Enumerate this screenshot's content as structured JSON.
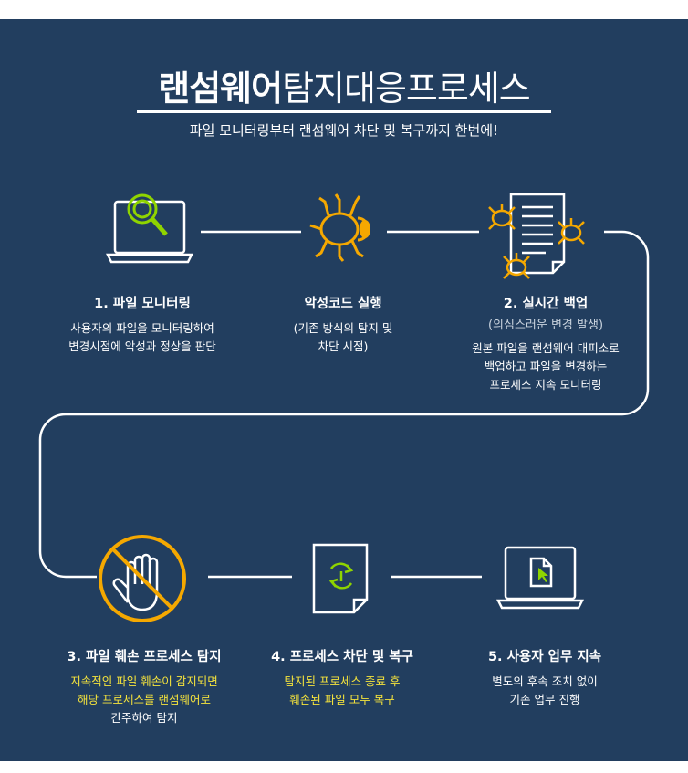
{
  "header": {
    "title_bold": "랜섬웨어",
    "title_light": "탐지대응프로세스",
    "subtitle": "파일 모니터링부터 랜섬웨어 차단 및 복구까지 한번에!"
  },
  "colors": {
    "background": "#223e5f",
    "accent_orange": "#f5a800",
    "accent_green": "#8fd400",
    "highlight_yellow": "#f5e33c",
    "line": "#ffffff"
  },
  "steps": [
    {
      "icon": "laptop-magnifier-icon",
      "title": "1. 파일 모니터링",
      "desc": [
        "사용자의 파일을 모니터링하여",
        "변경시점에 악성과 정상을 판단"
      ]
    },
    {
      "icon": "bug-icon",
      "title": "악성코드 실행",
      "desc": [
        "(기존 방식의 탐지 및",
        "차단 시점)"
      ]
    },
    {
      "icon": "document-bugs-icon",
      "title": "2. 실시간 백업",
      "subtitle": "(의심스러운 변경 발생)",
      "desc": [
        "원본 파일을 랜섬웨어 대피소로",
        "백업하고 파일을 변경하는",
        "프로세스 지속 모니터링"
      ]
    },
    {
      "icon": "prohibited-hand-icon",
      "title": "3. 파일 훼손 프로세스 탐지",
      "desc": [
        "지속적인 파일 훼손이 감지되면",
        "해당 프로세스를 랜섬웨어로",
        "간주하여 탐지"
      ]
    },
    {
      "icon": "document-restore-icon",
      "title": "4. 프로세스 차단 및 복구",
      "desc": [
        "탐지된 프로세스 종료 후",
        "훼손된 파일 모두 복구"
      ]
    },
    {
      "icon": "laptop-file-cursor-icon",
      "title": "5. 사용자 업무 지속",
      "desc": [
        "별도의 후속 조치 없이",
        "기존 업무 진행"
      ]
    }
  ]
}
